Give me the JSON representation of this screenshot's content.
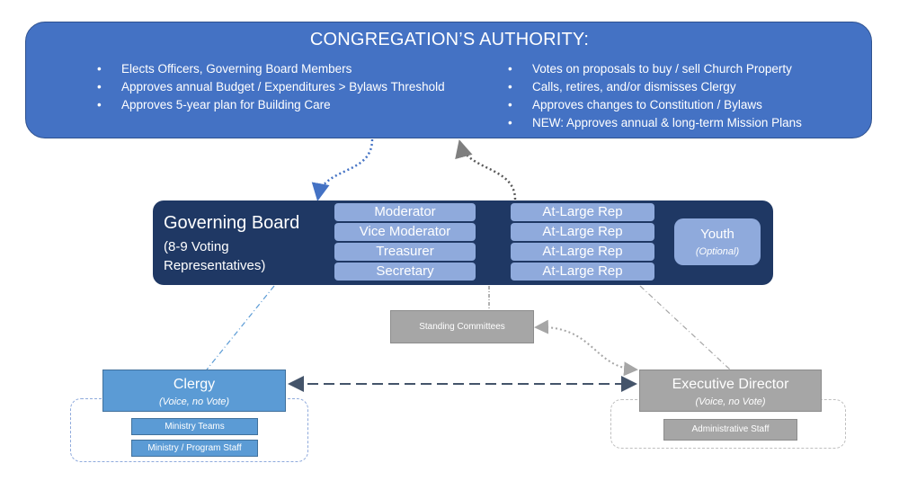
{
  "congregation": {
    "title": "CONGREGATION’S AUTHORITY:",
    "left_items": [
      "Elects Officers, Governing Board Members",
      "Approves annual Budget / Expenditures > Bylaws Threshold",
      "Approves 5-year plan for Building Care"
    ],
    "right_items": [
      "Votes on proposals to buy / sell Church Property",
      "Calls, retires, and/or dismisses Clergy",
      "Approves changes to Constitution / Bylaws",
      "NEW: Approves annual & long-term Mission Plans"
    ]
  },
  "board": {
    "title": "Governing Board",
    "subtitle_line1": "(8-9 Voting",
    "subtitle_line2": "Representatives)",
    "officers": [
      "Moderator",
      "Vice Moderator",
      "Treasurer",
      "Secretary"
    ],
    "reps": [
      "At-Large Rep",
      "At-Large Rep",
      "At-Large Rep",
      "At-Large Rep"
    ],
    "youth_label": "Youth",
    "youth_note": "(Optional)"
  },
  "standing": {
    "label": "Standing Committees"
  },
  "clergy": {
    "title": "Clergy",
    "note": "(Voice, no Vote)",
    "sub_items": [
      "Ministry Teams",
      "Ministry / Program Staff"
    ]
  },
  "exec": {
    "title": "Executive Director",
    "note": "(Voice, no Vote)",
    "sub_items": [
      "Administrative Staff"
    ]
  },
  "colors": {
    "congregation_fill": "#4472c4",
    "board_fill": "#1f3864",
    "board_pill": "#8faadc",
    "clergy_fill": "#5b9bd5",
    "staff_gray": "#a6a6a6"
  }
}
